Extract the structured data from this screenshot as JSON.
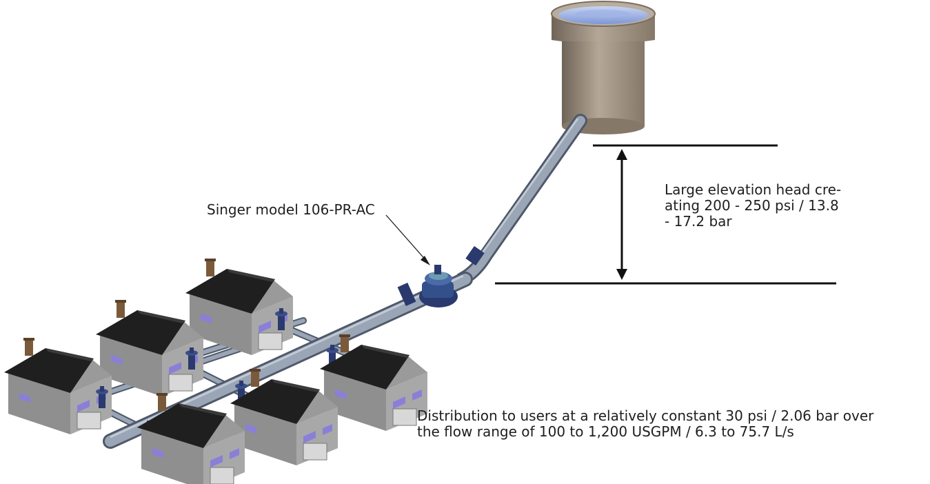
{
  "labels": {
    "valve": "Singer model 106-PR-AC",
    "elevation_head": "Large elevation head cre-\nating 200 - 250 psi / 13.8\n- 17.2 bar",
    "distribution": "Distribution to users at a relatively constant 30 psi / 2.06 bar over\nthe flow range of 100 to 1,200 USGPM / 6.3 to 75.7 L/s"
  },
  "colors": {
    "pipe": "#8a95a6",
    "valve": "#2a3a6e",
    "house_wall": "#9b9b9b",
    "roof": "#2a2a2a",
    "window": "#8a7fd8",
    "tank": "#9c8e80",
    "water": "#8fa8e0"
  }
}
